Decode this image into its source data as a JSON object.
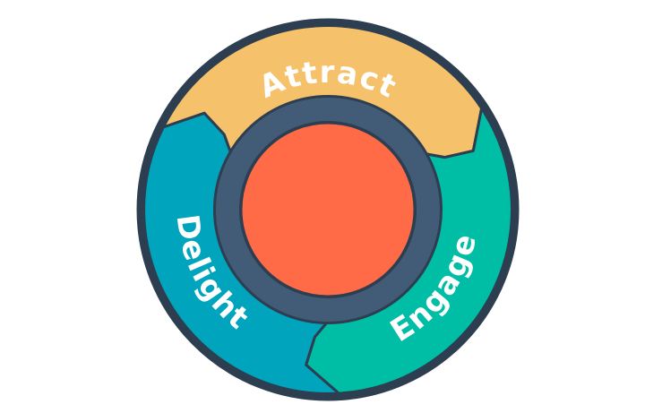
{
  "page": {
    "background": "#FFFFFF"
  },
  "flywheel": {
    "labels": {
      "attract": "Attract",
      "engage": "Engage",
      "delight": "Delight"
    },
    "colors": {
      "attract_segment": "#F5C26B",
      "engage_segment": "#00BDA5",
      "delight_segment": "#00A4BD",
      "core": "#FF6B47",
      "ring": "#425B76",
      "outline": "#2D3E50",
      "label_text": "#FFFFFF"
    },
    "segments": [
      {
        "name": "Attract",
        "trail_angle": 142,
        "label_center_angle": 90
      },
      {
        "name": "Engage",
        "trail_angle": 22,
        "label_center_angle": -36
      },
      {
        "name": "Delight",
        "trail_angle": 262,
        "label_center_angle": 208
      }
    ]
  }
}
